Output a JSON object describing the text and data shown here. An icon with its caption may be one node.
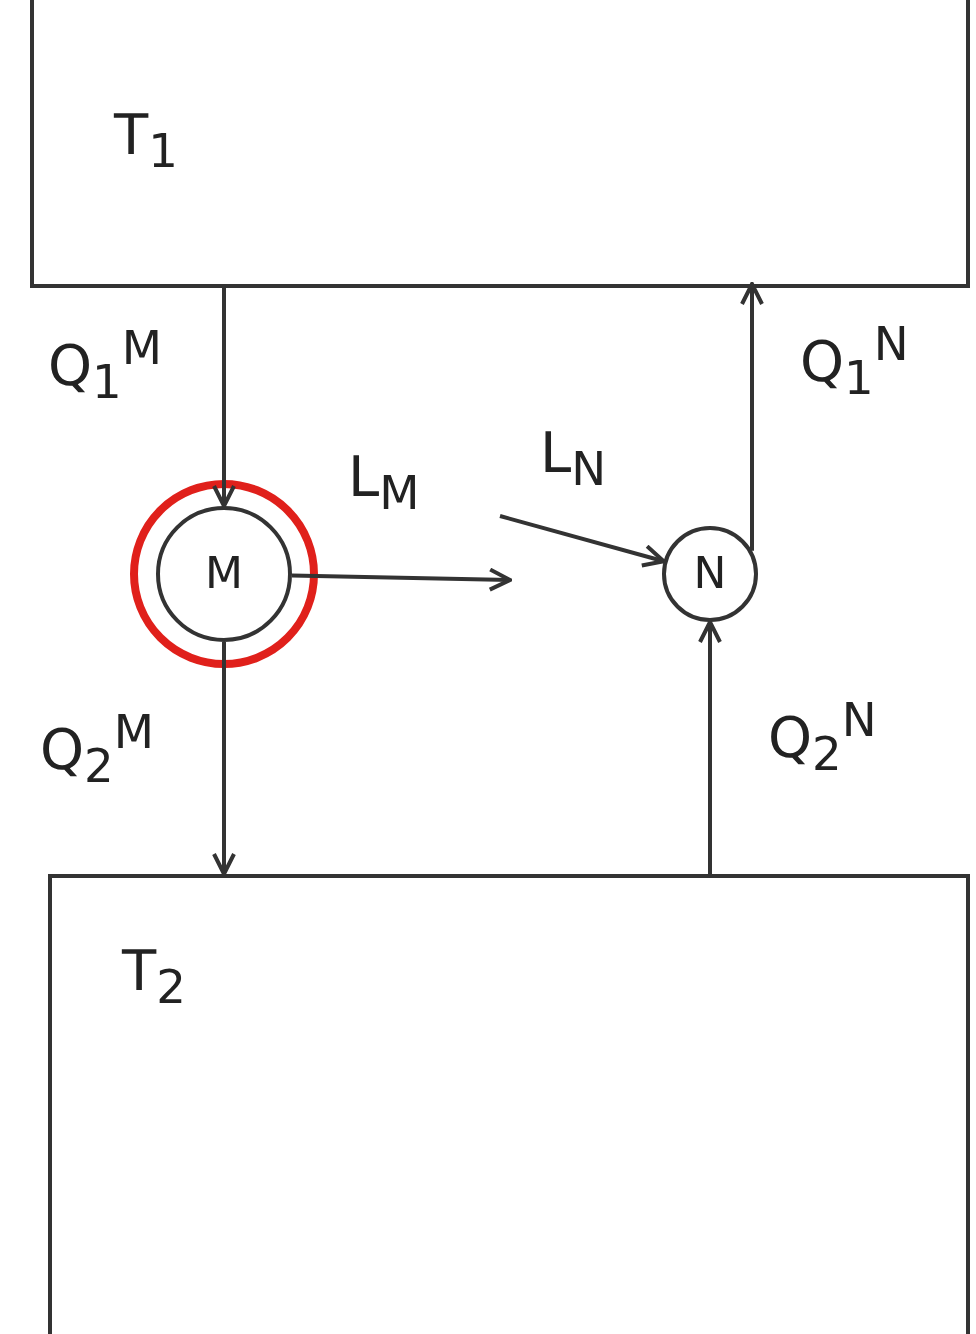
{
  "diagram": {
    "nodes": [
      {
        "text": [
          "T$_{1}$"
        ]
      },
      {
        "text": [
          "M"
        ]
      },
      {
        "text": [
          "N"
        ]
      },
      {
        "text": [
          "T$_{2}$"
        ]
      }
    ],
    "edges": [
      {
        "from": 0,
        "to": 1,
        "arrow": "to",
        "label": "Q$_{1}$$^{M}$"
      },
      {
        "from": 1,
        "to": 3,
        "arrow": "to",
        "label": "Q$_{2}$$^{M}$"
      },
      {
        "from": 1,
        "to": null,
        "arrow": "to",
        "label": "L$_{M}$"
      },
      {
        "from": null,
        "to": 2,
        "arrow": "to",
        "label": "L$_{N}$"
      },
      {
        "from": 3,
        "to": 2,
        "arrow": "to",
        "label": "Q$_{2}$$^{N}$"
      },
      {
        "from": 2,
        "to": 0,
        "arrow": "to",
        "label": "Q$_{1}$$^{N}$"
      }
    ]
  }
}
